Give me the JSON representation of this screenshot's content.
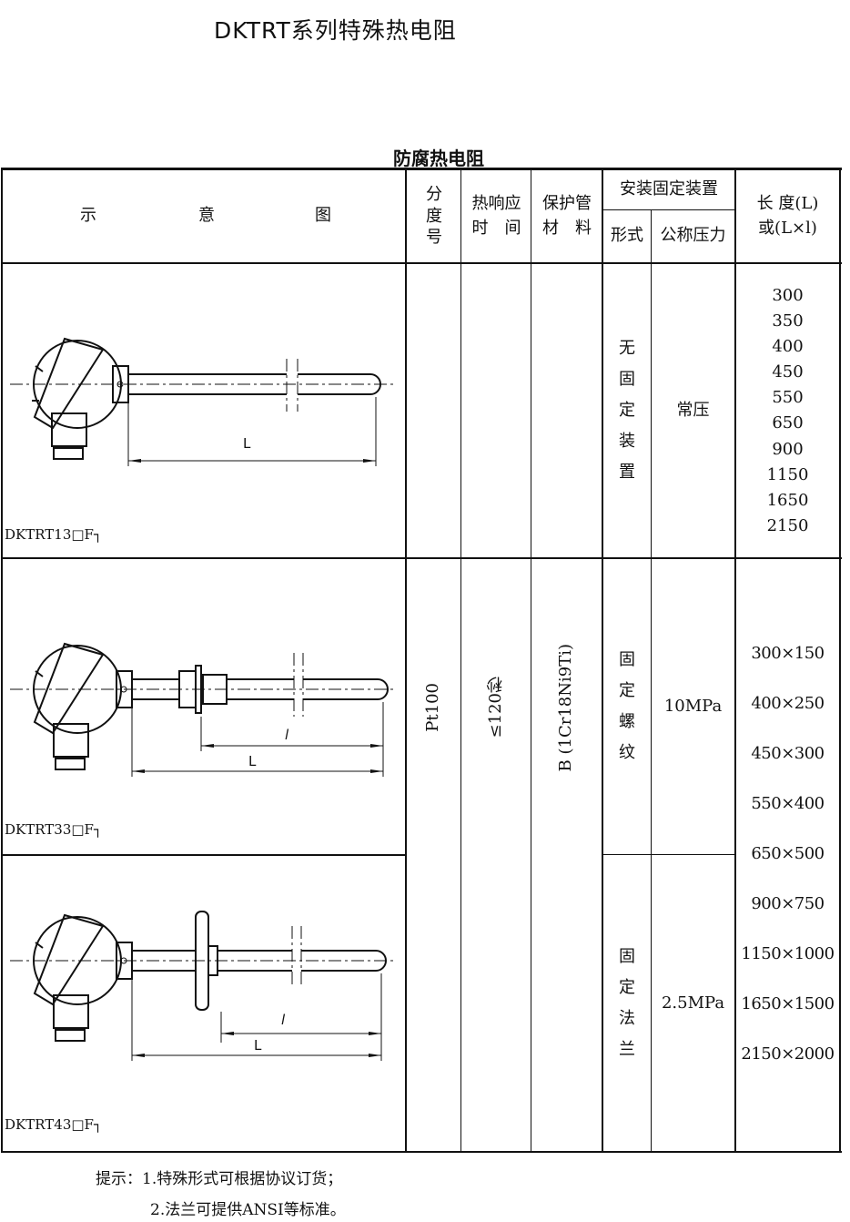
{
  "title": "DKTRT系列特殊热电阻",
  "subtitle": "防腐热电阻",
  "headers": {
    "diagram": [
      "示",
      "意",
      "图"
    ],
    "graduation": "分度号",
    "response_time": [
      "热响应",
      "时　间"
    ],
    "material": [
      "保护管",
      "材　料"
    ],
    "mounting": "安装固定装置",
    "form": "形式",
    "pressure": "公称压力",
    "length": [
      "长 度(L)",
      "或(L×l)"
    ]
  },
  "rows": [
    {
      "model": "DKTRT13□F┐",
      "dim_L": "L",
      "form": "无固定装置",
      "pressure": "常压"
    },
    {
      "model": "DKTRT33□F┐",
      "dim_L": "L",
      "dim_l": "l",
      "form": "固定螺纹",
      "pressure": "10MPa"
    },
    {
      "model": "DKTRT43□F┐",
      "dim_L": "L",
      "dim_l": "l",
      "form": "固定法兰",
      "pressure": "2.5MPa"
    }
  ],
  "graduation": "Pt100",
  "response_time": "≤120秒",
  "material": "B (1Cr18Ni9Ti)",
  "lengths_simple": [
    "300",
    "350",
    "400",
    "450",
    "550",
    "650",
    "900",
    "1150",
    "1650",
    "2150"
  ],
  "lengths_combo": [
    "300×150",
    "400×250",
    "450×300",
    "550×400",
    "650×500",
    "900×750",
    "1150×1000",
    "1650×1500",
    "2150×2000"
  ],
  "notes": [
    "提示：1.特殊形式可根据协议订货；",
    "2.法兰可提供ANSI等标准。"
  ]
}
